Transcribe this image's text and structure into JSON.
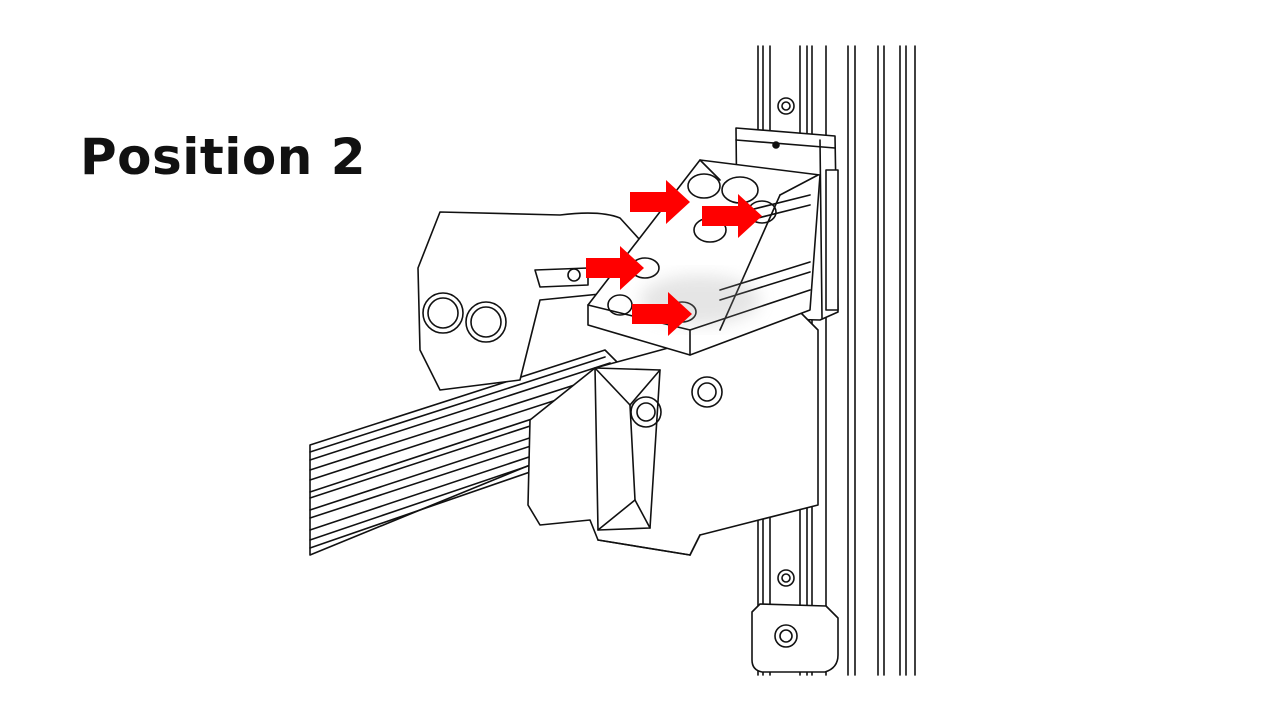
{
  "slide": {
    "title": "Position 2"
  },
  "colors": {
    "arrow": "#ff0000",
    "line": "#111111",
    "background": "#ffffff"
  },
  "callouts": [
    {
      "name": "arrow-1",
      "icon": "right-arrow-icon"
    },
    {
      "name": "arrow-2",
      "icon": "right-arrow-icon"
    },
    {
      "name": "arrow-3",
      "icon": "right-arrow-icon"
    },
    {
      "name": "arrow-4",
      "icon": "right-arrow-icon"
    }
  ]
}
